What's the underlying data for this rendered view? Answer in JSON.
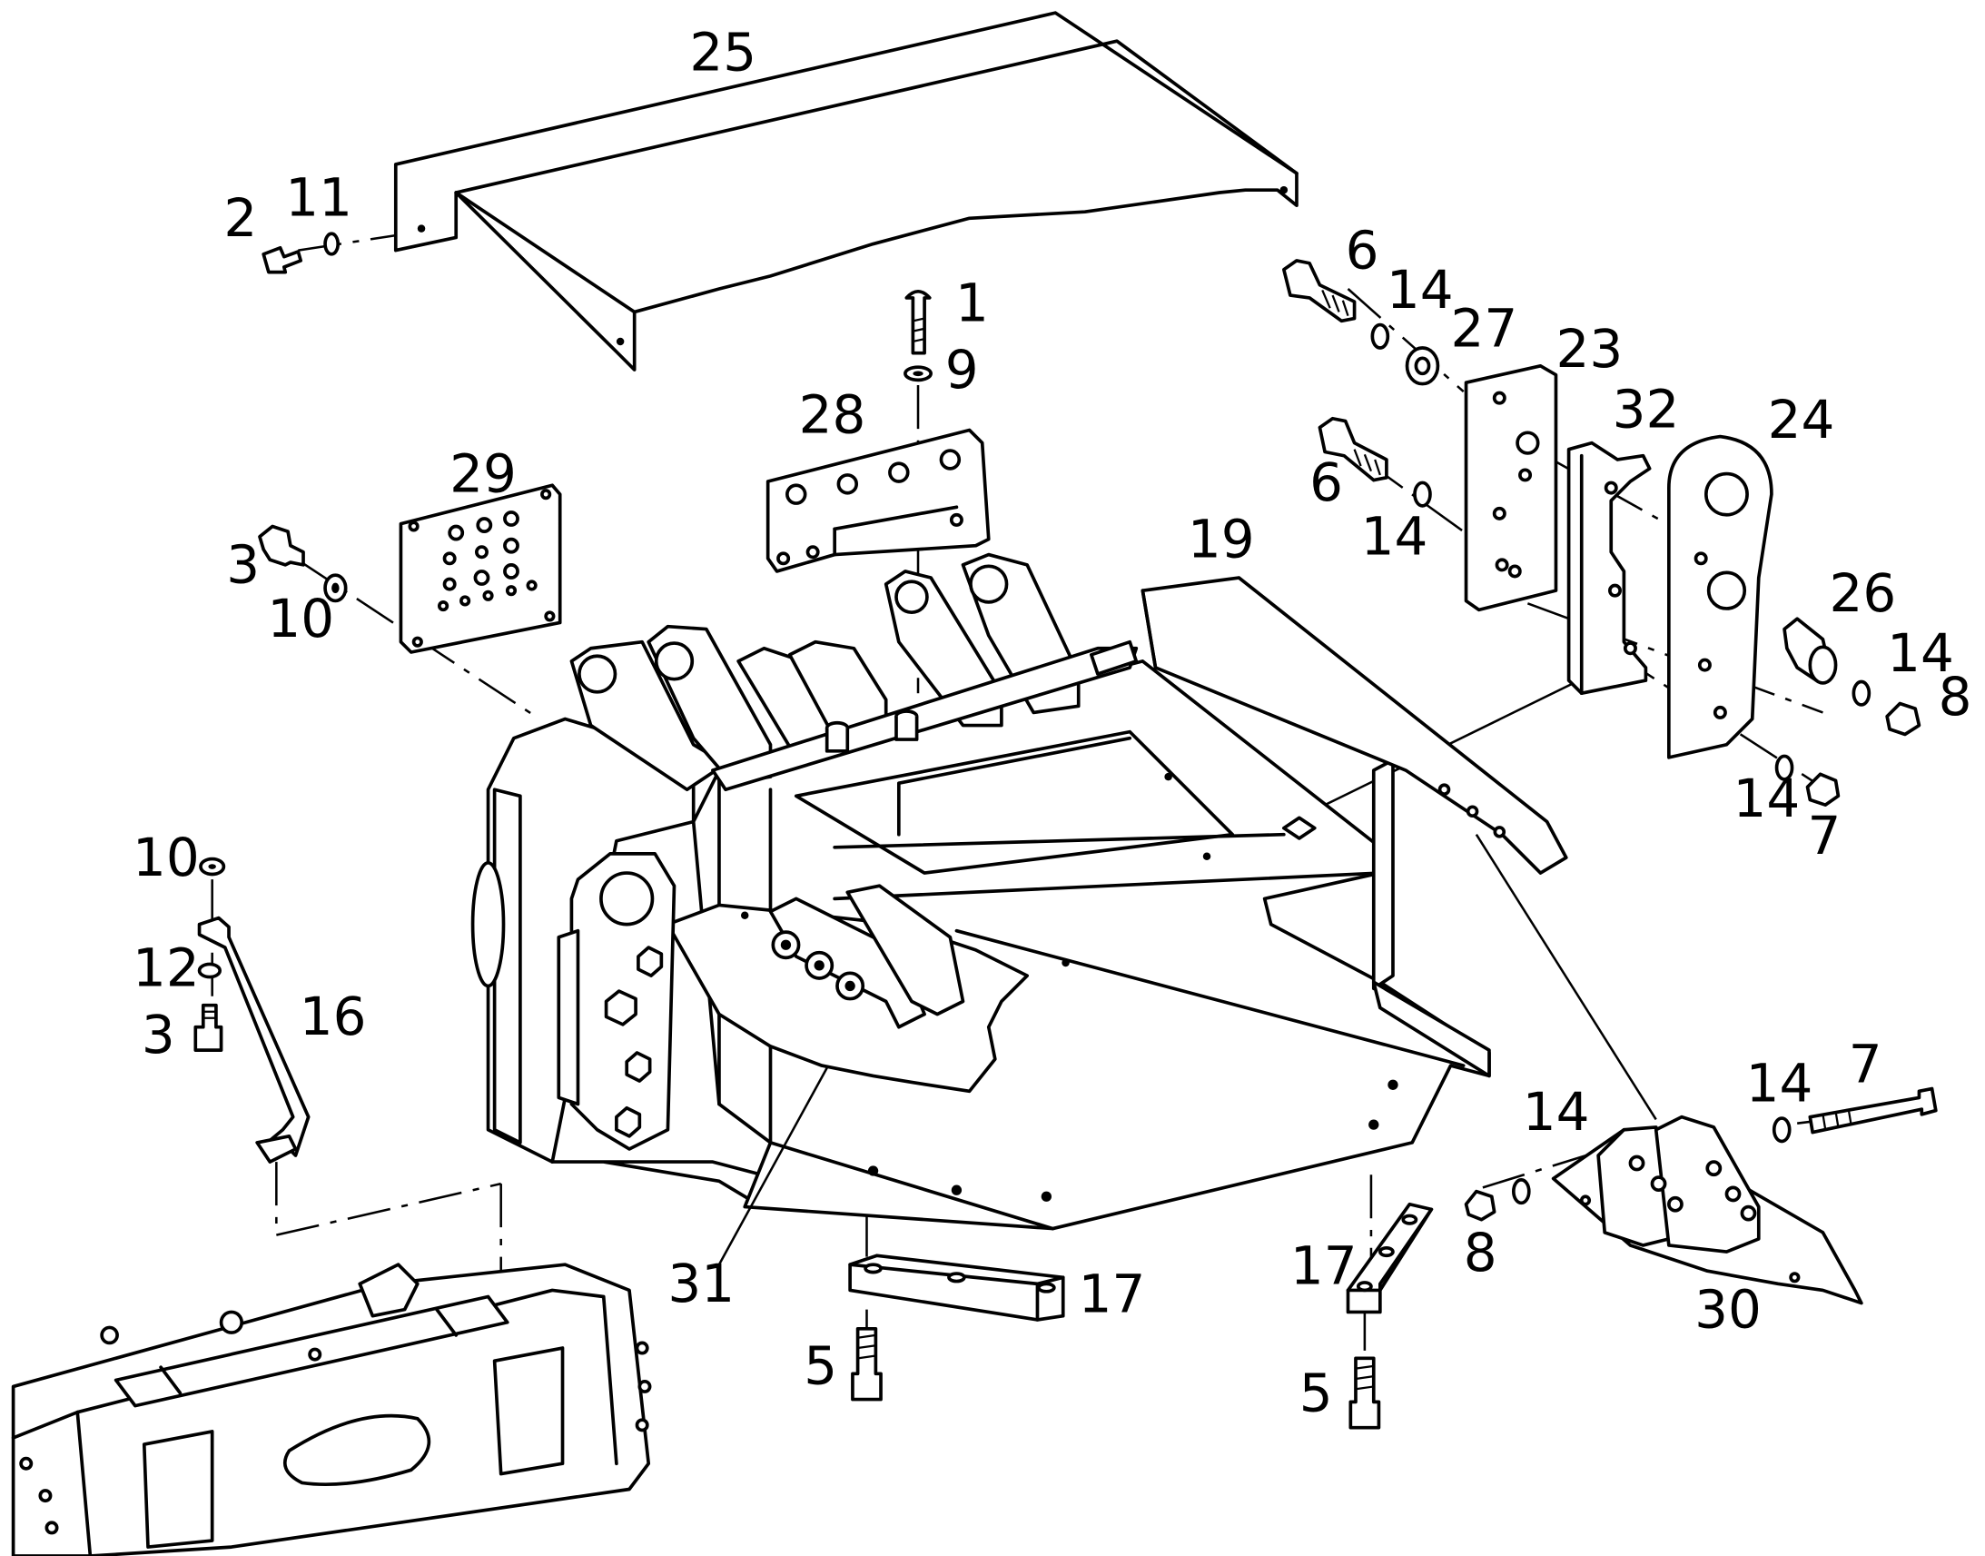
{
  "callouts": [
    {
      "id": "c25a",
      "label": "25"
    },
    {
      "id": "c2",
      "label": "2"
    },
    {
      "id": "c11",
      "label": "11"
    },
    {
      "id": "c6a",
      "label": "6"
    },
    {
      "id": "c14a",
      "label": "14"
    },
    {
      "id": "c27",
      "label": "27"
    },
    {
      "id": "c23",
      "label": "23"
    },
    {
      "id": "c1",
      "label": "1"
    },
    {
      "id": "c9",
      "label": "9"
    },
    {
      "id": "c28",
      "label": "28"
    },
    {
      "id": "c32",
      "label": "32"
    },
    {
      "id": "c24",
      "label": "24"
    },
    {
      "id": "c29",
      "label": "29"
    },
    {
      "id": "c6b",
      "label": "6"
    },
    {
      "id": "c14b",
      "label": "14"
    },
    {
      "id": "c3a",
      "label": "3"
    },
    {
      "id": "c10a",
      "label": "10"
    },
    {
      "id": "c19",
      "label": "19"
    },
    {
      "id": "c26",
      "label": "26"
    },
    {
      "id": "c14c",
      "label": "14"
    },
    {
      "id": "c8a",
      "label": "8"
    },
    {
      "id": "c14d",
      "label": "14"
    },
    {
      "id": "c7a",
      "label": "7"
    },
    {
      "id": "c10b",
      "label": "10"
    },
    {
      "id": "c12",
      "label": "12"
    },
    {
      "id": "c16",
      "label": "16"
    },
    {
      "id": "c3b",
      "label": "3"
    },
    {
      "id": "c7b",
      "label": "7"
    },
    {
      "id": "c14e",
      "label": "14"
    },
    {
      "id": "c14f",
      "label": "14"
    },
    {
      "id": "c8b",
      "label": "8"
    },
    {
      "id": "c31",
      "label": "31"
    },
    {
      "id": "c17a",
      "label": "17"
    },
    {
      "id": "c17b",
      "label": "17"
    },
    {
      "id": "c30",
      "label": "30"
    },
    {
      "id": "c5a",
      "label": "5"
    },
    {
      "id": "c5b",
      "label": "5"
    }
  ]
}
